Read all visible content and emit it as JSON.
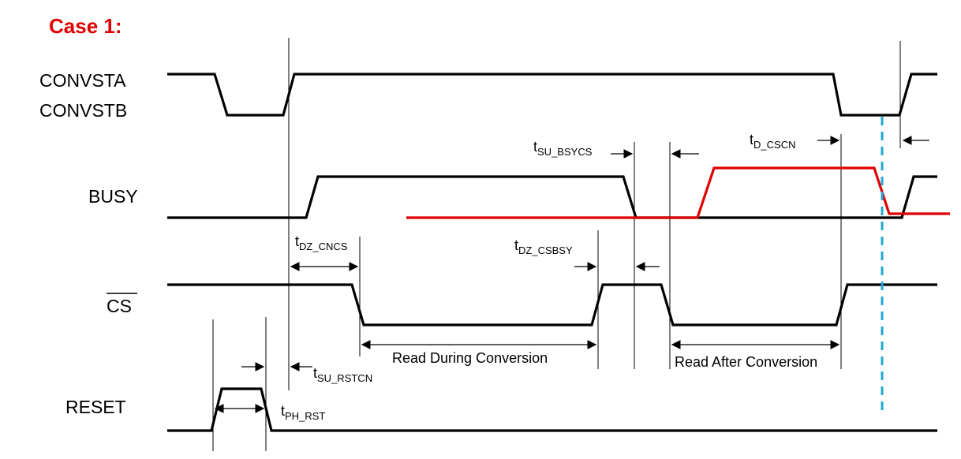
{
  "title": "Case 1:",
  "signals": {
    "convsta": "CONVSTA",
    "convstb": "CONVSTB",
    "busy": "BUSY",
    "cs": "CS",
    "reset": "RESET"
  },
  "timings": {
    "tsu_bsycs": {
      "main": "t",
      "sub": "SU_BSYCS"
    },
    "td_cscn": {
      "main": "t",
      "sub": "D_CSCN"
    },
    "tdz_cncs": {
      "main": "t",
      "sub": "DZ_CNCS"
    },
    "tdz_csbsy": {
      "main": "t",
      "sub": "DZ_CSBSY"
    },
    "tsu_rstcn": {
      "main": "t",
      "sub": "SU_RSTCN"
    },
    "tph_rst": {
      "main": "t",
      "sub": "PH_RST"
    }
  },
  "spans": {
    "read_during": "Read During Conversion",
    "read_after": "Read After Conversion"
  },
  "colors": {
    "title": "#e00000",
    "annotation_line": "#e00000",
    "marker_line": "#22a7d6",
    "waveform": "#000000"
  }
}
